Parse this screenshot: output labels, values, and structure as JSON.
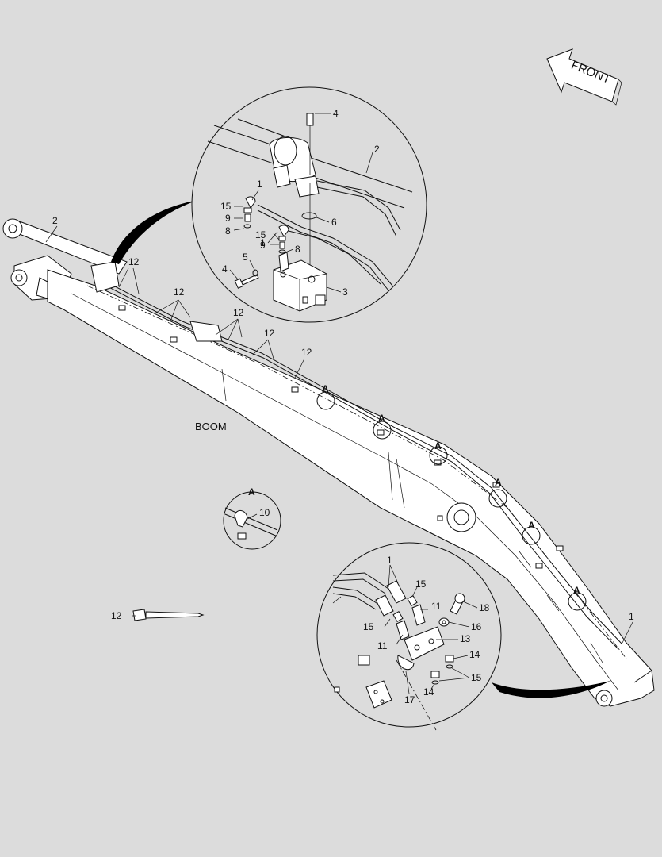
{
  "direction_label": "FRONT",
  "assembly_label": "BOOM",
  "detail_label": "A",
  "callouts": {
    "top_detail": [
      {
        "id": "t4a",
        "text": "4"
      },
      {
        "id": "t2",
        "text": "2"
      },
      {
        "id": "t1a",
        "text": "1"
      },
      {
        "id": "t15a",
        "text": "15"
      },
      {
        "id": "t9a",
        "text": "9"
      },
      {
        "id": "t8a",
        "text": "8"
      },
      {
        "id": "t6",
        "text": "6"
      },
      {
        "id": "t1b",
        "text": "1"
      },
      {
        "id": "t15b",
        "text": "15"
      },
      {
        "id": "t9b",
        "text": "9"
      },
      {
        "id": "t8b",
        "text": "8"
      },
      {
        "id": "t5",
        "text": "5"
      },
      {
        "id": "t4b",
        "text": "4"
      },
      {
        "id": "t3",
        "text": "3"
      }
    ],
    "boom": [
      {
        "id": "b2",
        "text": "2"
      },
      {
        "id": "b12a",
        "text": "12"
      },
      {
        "id": "b12b",
        "text": "12"
      },
      {
        "id": "b12c",
        "text": "12"
      },
      {
        "id": "b12d",
        "text": "12"
      },
      {
        "id": "b12e",
        "text": "12"
      },
      {
        "id": "b1",
        "text": "1"
      }
    ],
    "detail_a": [
      {
        "id": "a10",
        "text": "10"
      }
    ],
    "tie": [
      {
        "id": "tie12",
        "text": "12"
      }
    ],
    "bottom_detail": [
      {
        "id": "d1",
        "text": "1"
      },
      {
        "id": "d15a",
        "text": "15"
      },
      {
        "id": "d11a",
        "text": "11"
      },
      {
        "id": "d18",
        "text": "18"
      },
      {
        "id": "d15b",
        "text": "15"
      },
      {
        "id": "d16",
        "text": "16"
      },
      {
        "id": "d11b",
        "text": "11"
      },
      {
        "id": "d13",
        "text": "13"
      },
      {
        "id": "d14a",
        "text": "14"
      },
      {
        "id": "d15c",
        "text": "15"
      },
      {
        "id": "d14b",
        "text": "14"
      },
      {
        "id": "d17",
        "text": "17"
      }
    ]
  }
}
